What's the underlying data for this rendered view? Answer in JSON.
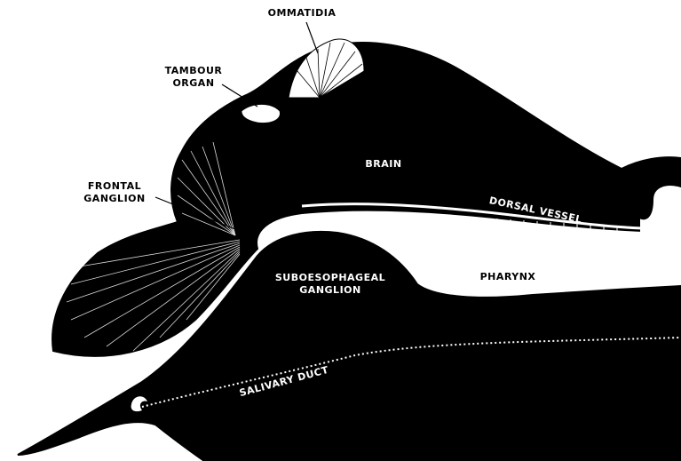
{
  "figure": {
    "labels": {
      "ommatidia": "OMMATIDIA",
      "tambour_line1": "TAMBOUR",
      "tambour_line2": "ORGAN",
      "frontal_line1": "FRONTAL",
      "frontal_line2": "GANGLION",
      "brain": "BRAIN",
      "dorsal_vessel": "DORSAL VESSEL",
      "subesoph_line1": "SUBOESOPHAGEAL",
      "subesoph_line2": "GANGLION",
      "pharynx": "PHARYNX",
      "salivary_duct": "SALIVARY DUCT"
    },
    "colors": {
      "ink": "#000000",
      "paper": "#ffffff"
    }
  }
}
